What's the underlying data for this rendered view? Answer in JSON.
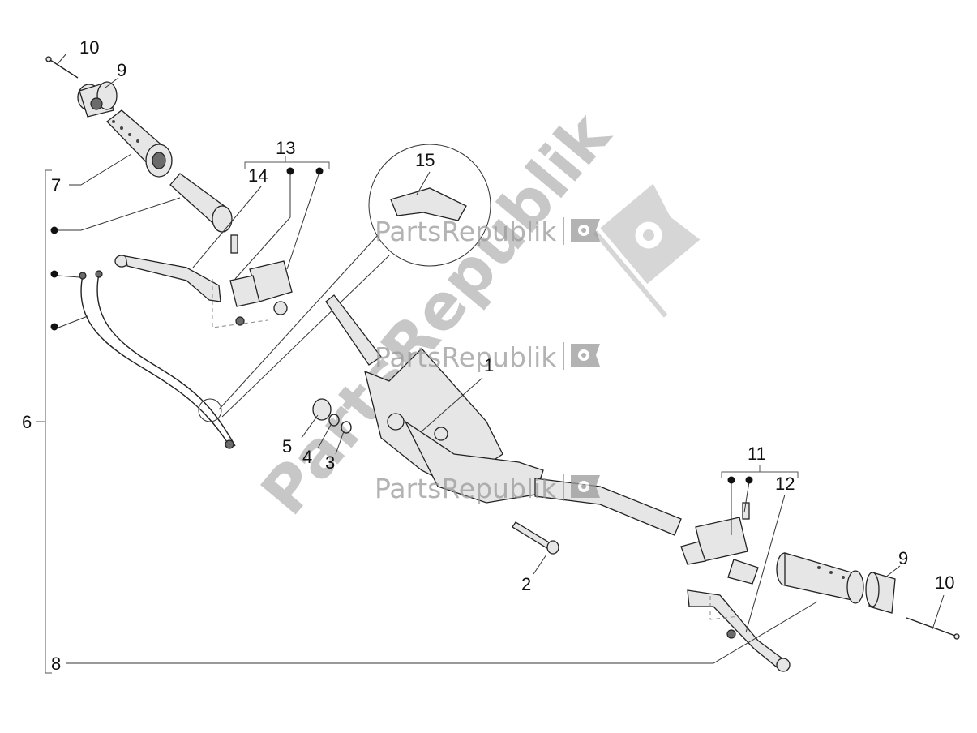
{
  "callouts": {
    "c1": "1",
    "c2": "2",
    "c3": "3",
    "c4": "4",
    "c5": "5",
    "c6": "6",
    "c7": "7",
    "c8": "8",
    "c9a": "9",
    "c9b": "9",
    "c10a": "10",
    "c10b": "10",
    "c11": "11",
    "c12": "12",
    "c13": "13",
    "c14": "14",
    "c15": "15"
  },
  "watermark": {
    "brand": "PartsRepublik",
    "brand_large": "PartsRepublik",
    "icon": "gear-flag-icon"
  },
  "colors": {
    "line": "#222222",
    "watermark": "#9a9a9a"
  }
}
